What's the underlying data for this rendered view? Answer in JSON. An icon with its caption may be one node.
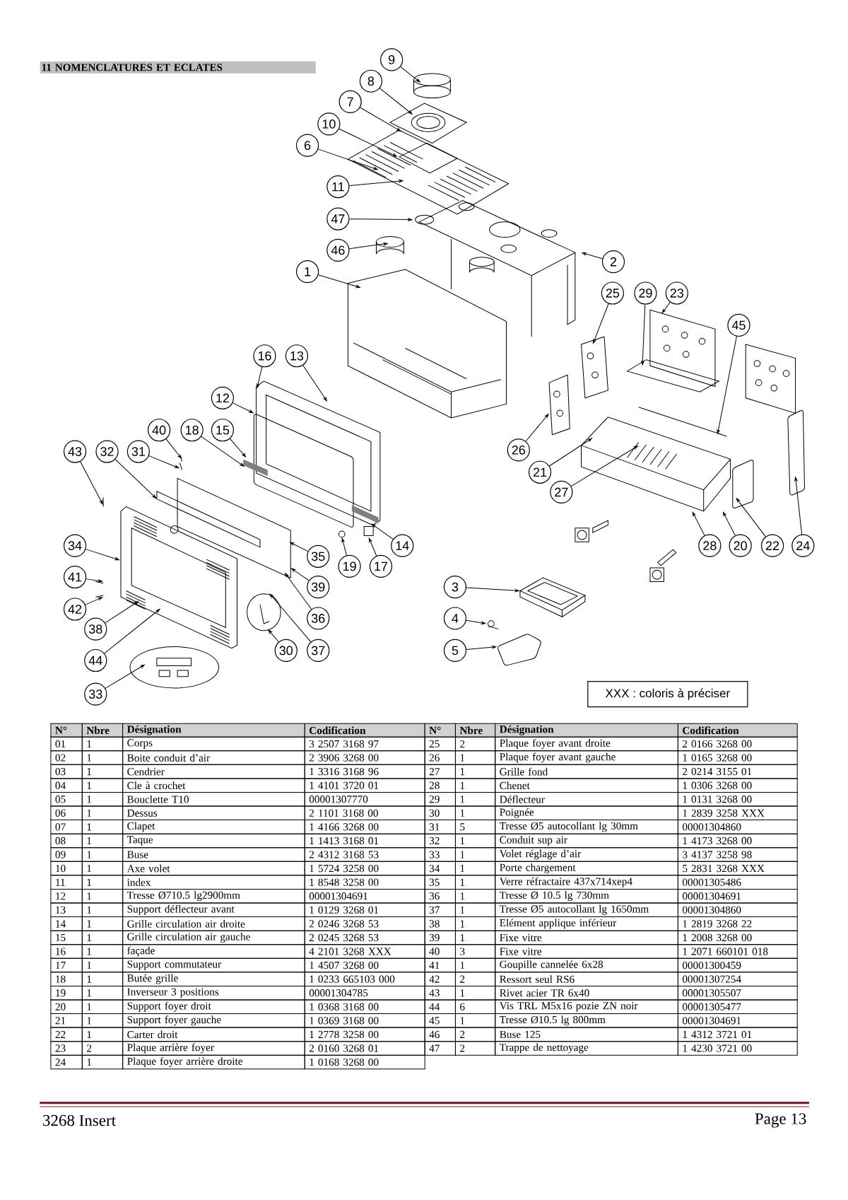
{
  "diagram": {
    "title": "11 NOMENCLATURES ET ECLATES",
    "nodes": [
      {
        "text": [
          "9"
        ]
      },
      {
        "text": [
          "8"
        ]
      },
      {
        "text": [
          "7"
        ]
      },
      {
        "text": [
          "10"
        ]
      },
      {
        "text": [
          "6"
        ]
      },
      {
        "text": [
          "11"
        ]
      },
      {
        "text": [
          "47"
        ]
      },
      {
        "text": [
          "46"
        ]
      },
      {
        "text": [
          "1"
        ]
      },
      {
        "text": [
          "2"
        ]
      },
      {
        "text": [
          "25"
        ]
      },
      {
        "text": [
          "29"
        ]
      },
      {
        "text": [
          "23"
        ]
      },
      {
        "text": [
          "45"
        ]
      },
      {
        "text": [
          "16"
        ]
      },
      {
        "text": [
          "13"
        ]
      },
      {
        "text": [
          "12"
        ]
      },
      {
        "text": [
          "40"
        ]
      },
      {
        "text": [
          "18"
        ]
      },
      {
        "text": [
          "15"
        ]
      },
      {
        "text": [
          "43"
        ]
      },
      {
        "text": [
          "32"
        ]
      },
      {
        "text": [
          "31"
        ]
      },
      {
        "text": [
          "26"
        ]
      },
      {
        "text": [
          "21"
        ]
      },
      {
        "text": [
          "27"
        ]
      },
      {
        "text": [
          "34"
        ]
      },
      {
        "text": [
          "35"
        ]
      },
      {
        "text": [
          "14"
        ]
      },
      {
        "text": [
          "19"
        ]
      },
      {
        "text": [
          "17"
        ]
      },
      {
        "text": [
          "28"
        ]
      },
      {
        "text": [
          "20"
        ]
      },
      {
        "text": [
          "22"
        ]
      },
      {
        "text": [
          "24"
        ]
      },
      {
        "text": [
          "41"
        ]
      },
      {
        "text": [
          "42"
        ]
      },
      {
        "text": [
          "39"
        ]
      },
      {
        "text": [
          "36"
        ]
      },
      {
        "text": [
          "38"
        ]
      },
      {
        "text": [
          "30"
        ]
      },
      {
        "text": [
          "37"
        ]
      },
      {
        "text": [
          "44"
        ]
      },
      {
        "text": [
          "33"
        ]
      },
      {
        "text": [
          "3"
        ]
      },
      {
        "text": [
          "4"
        ]
      },
      {
        "text": [
          "5"
        ]
      },
      {
        "text": [
          "XXX : coloris à préciser"
        ]
      }
    ],
    "edges": [
      {
        "from": 0,
        "to": null,
        "arrow": "to"
      },
      {
        "from": 1,
        "to": null,
        "arrow": "to"
      },
      {
        "from": 2,
        "to": null,
        "arrow": "to"
      },
      {
        "from": 3,
        "to": null,
        "arrow": "to"
      },
      {
        "from": 4,
        "to": null,
        "arrow": "to"
      },
      {
        "from": 5,
        "to": null,
        "arrow": "to"
      },
      {
        "from": 6,
        "to": null,
        "arrow": "to"
      },
      {
        "from": 7,
        "to": null,
        "arrow": "to"
      },
      {
        "from": 8,
        "to": null,
        "arrow": "to"
      },
      {
        "from": 9,
        "to": null,
        "arrow": "to"
      },
      {
        "from": 10,
        "to": null,
        "arrow": "to"
      },
      {
        "from": 11,
        "to": null,
        "arrow": "to"
      },
      {
        "from": 12,
        "to": null,
        "arrow": "to"
      },
      {
        "from": 13,
        "to": null,
        "arrow": "to"
      },
      {
        "from": 14,
        "to": null,
        "arrow": "to"
      },
      {
        "from": 15,
        "to": null,
        "arrow": "to"
      },
      {
        "from": 16,
        "to": null,
        "arrow": "to"
      },
      {
        "from": 17,
        "to": null,
        "arrow": "to"
      },
      {
        "from": 18,
        "to": null,
        "arrow": "to"
      },
      {
        "from": 19,
        "to": null,
        "arrow": "to"
      },
      {
        "from": 20,
        "to": null,
        "arrow": "to"
      },
      {
        "from": 21,
        "to": null,
        "arrow": "to"
      },
      {
        "from": 22,
        "to": null,
        "arrow": "to"
      },
      {
        "from": 23,
        "to": null,
        "arrow": "to"
      },
      {
        "from": 24,
        "to": null,
        "arrow": "to"
      },
      {
        "from": 25,
        "to": null,
        "arrow": "to"
      },
      {
        "from": 26,
        "to": null,
        "arrow": "to"
      },
      {
        "from": 27,
        "to": null,
        "arrow": "to"
      },
      {
        "from": 28,
        "to": null,
        "arrow": "to"
      },
      {
        "from": 29,
        "to": null,
        "arrow": "to"
      },
      {
        "from": 30,
        "to": null,
        "arrow": "to"
      },
      {
        "from": 31,
        "to": null,
        "arrow": "to"
      },
      {
        "from": 32,
        "to": null,
        "arrow": "to"
      },
      {
        "from": 33,
        "to": null,
        "arrow": "to"
      },
      {
        "from": 34,
        "to": null,
        "arrow": "to"
      },
      {
        "from": 35,
        "to": null,
        "arrow": "to"
      },
      {
        "from": 36,
        "to": null,
        "arrow": "to"
      },
      {
        "from": 37,
        "to": null,
        "arrow": "to"
      },
      {
        "from": 38,
        "to": null,
        "arrow": "to"
      },
      {
        "from": 39,
        "to": null,
        "arrow": "to"
      },
      {
        "from": 40,
        "to": null,
        "arrow": "to"
      },
      {
        "from": 41,
        "to": null,
        "arrow": "to"
      },
      {
        "from": 42,
        "to": null,
        "arrow": "to"
      },
      {
        "from": 43,
        "to": null,
        "arrow": "to"
      },
      {
        "from": 44,
        "to": null,
        "arrow": "to"
      },
      {
        "from": 45,
        "to": null,
        "arrow": "to"
      },
      {
        "from": 46,
        "to": null,
        "arrow": "to"
      }
    ],
    "labels": [
      "N°",
      "Nbre",
      "Désignation",
      "Codification",
      "N°",
      "Nbre",
      "Désignation",
      "Codification",
      "01",
      "1",
      "Corps",
      "3 2507 3168 97",
      "25",
      "2",
      "Plaque foyer avant droite",
      "2 0166 3268 00",
      "02",
      "1",
      "Boite conduit d’air",
      "2 3906 3268 00",
      "26",
      "1",
      "Plaque foyer avant gauche",
      "1 0165 3268 00",
      "03",
      "1",
      "Cendrier",
      "1 3316 3168 96",
      "27",
      "1",
      "Grille fond",
      "2 0214 3155 01",
      "04",
      "1",
      "Cle à crochet",
      "1 4101 3720 01",
      "28",
      "1",
      "Chenet",
      "1 0306 3268 00",
      "05",
      "1",
      "Bouclette T10",
      "00001307770",
      "29",
      "1",
      "Déflecteur",
      "1 0131 3268 00",
      "06",
      "1",
      "Dessus",
      "2 1101 3168 00",
      "30",
      "1",
      "Poignée",
      "1 2839 3258 XXX",
      "07",
      "1",
      "Clapet",
      "1 4166 3268 00",
      "31",
      "5",
      "Tresse Ø5 autocollant lg 30mm",
      "00001304860",
      "08",
      "1",
      "Taque",
      "1 1413 3168 01",
      "32",
      "1",
      "Conduit sup air",
      "1 4173 3268 00",
      "09",
      "1",
      "Buse",
      "2 4312 3168 53",
      "33",
      "1",
      "Volet réglage d’air",
      "3 4137 3258 98",
      "10",
      "1",
      "Axe volet",
      "1 5724 3258 00",
      "34",
      "1",
      "Porte chargement",
      "5 2831 3268 XXX",
      "11",
      "1",
      "index",
      "1 8548 3258 00",
      "35",
      "1",
      "Verre réfractaire 437x714xep4",
      "00001305486",
      "12",
      "1",
      "Tresse Ø710.5 lg2900mm",
      "00001304691",
      "36",
      "1",
      "Tresse Ø 10.5 lg 730mm",
      "00001304691",
      "13",
      "1",
      "Support déflecteur avant",
      "1 0129 3268 01",
      "37",
      "1",
      "Tresse Ø5 autocollant lg 1650mm",
      "00001304860",
      "14",
      "1",
      "Grille circulation air droite",
      "2 0246 3268 53",
      "38",
      "1",
      "Elément applique inférieur",
      "1 2819 3268 22",
      "15",
      "1",
      "Grille circulation air gauche",
      "2 0245 3268 53",
      "39",
      "1",
      "Fixe vitre",
      "1 2008 3268 00",
      "16",
      "1",
      "façade",
      "4 2101 3268 XXX",
      "40",
      "3",
      "Fixe vitre",
      "1 2071 660101 018",
      "17",
      "1",
      "Support commutateur",
      "1 4507 3268 00",
      "41",
      "1",
      "Goupille cannelée 6x28",
      "00001300459",
      "18",
      "1",
      "Butée grille",
      "1 0233 665103 000",
      "42",
      "2",
      "Ressort seul RS6",
      "00001307254",
      "19",
      "1",
      "Inverseur 3 positions",
      "00001304785",
      "43",
      "1",
      "Rivet acier TR 6x40",
      "00001305507",
      "20",
      "1",
      "Support foyer droit",
      "1 0368 3168 00",
      "44",
      "6",
      "Vis TRL M5x16 pozie ZN noir",
      "00001305477",
      "21",
      "1",
      "Support foyer gauche",
      "1 0369 3168  00",
      "45",
      "1",
      "Tresse Ø10.5 lg 800mm",
      "00001304691",
      "22",
      "1",
      "Carter droit",
      "1 2778 3258 00",
      "46",
      "2",
      "Buse 125",
      "1 4312 3721 01",
      "23",
      "2",
      "Plaque arrière foyer",
      "2 0160 3268 01",
      "47",
      "2",
      "Trappe de nettoyage",
      "1 4230 3721 00",
      "24",
      "1",
      "Plaque foyer arrière droite",
      "1 0168 3268 00",
      "3268 Insert",
      "Page 13"
    ]
  }
}
